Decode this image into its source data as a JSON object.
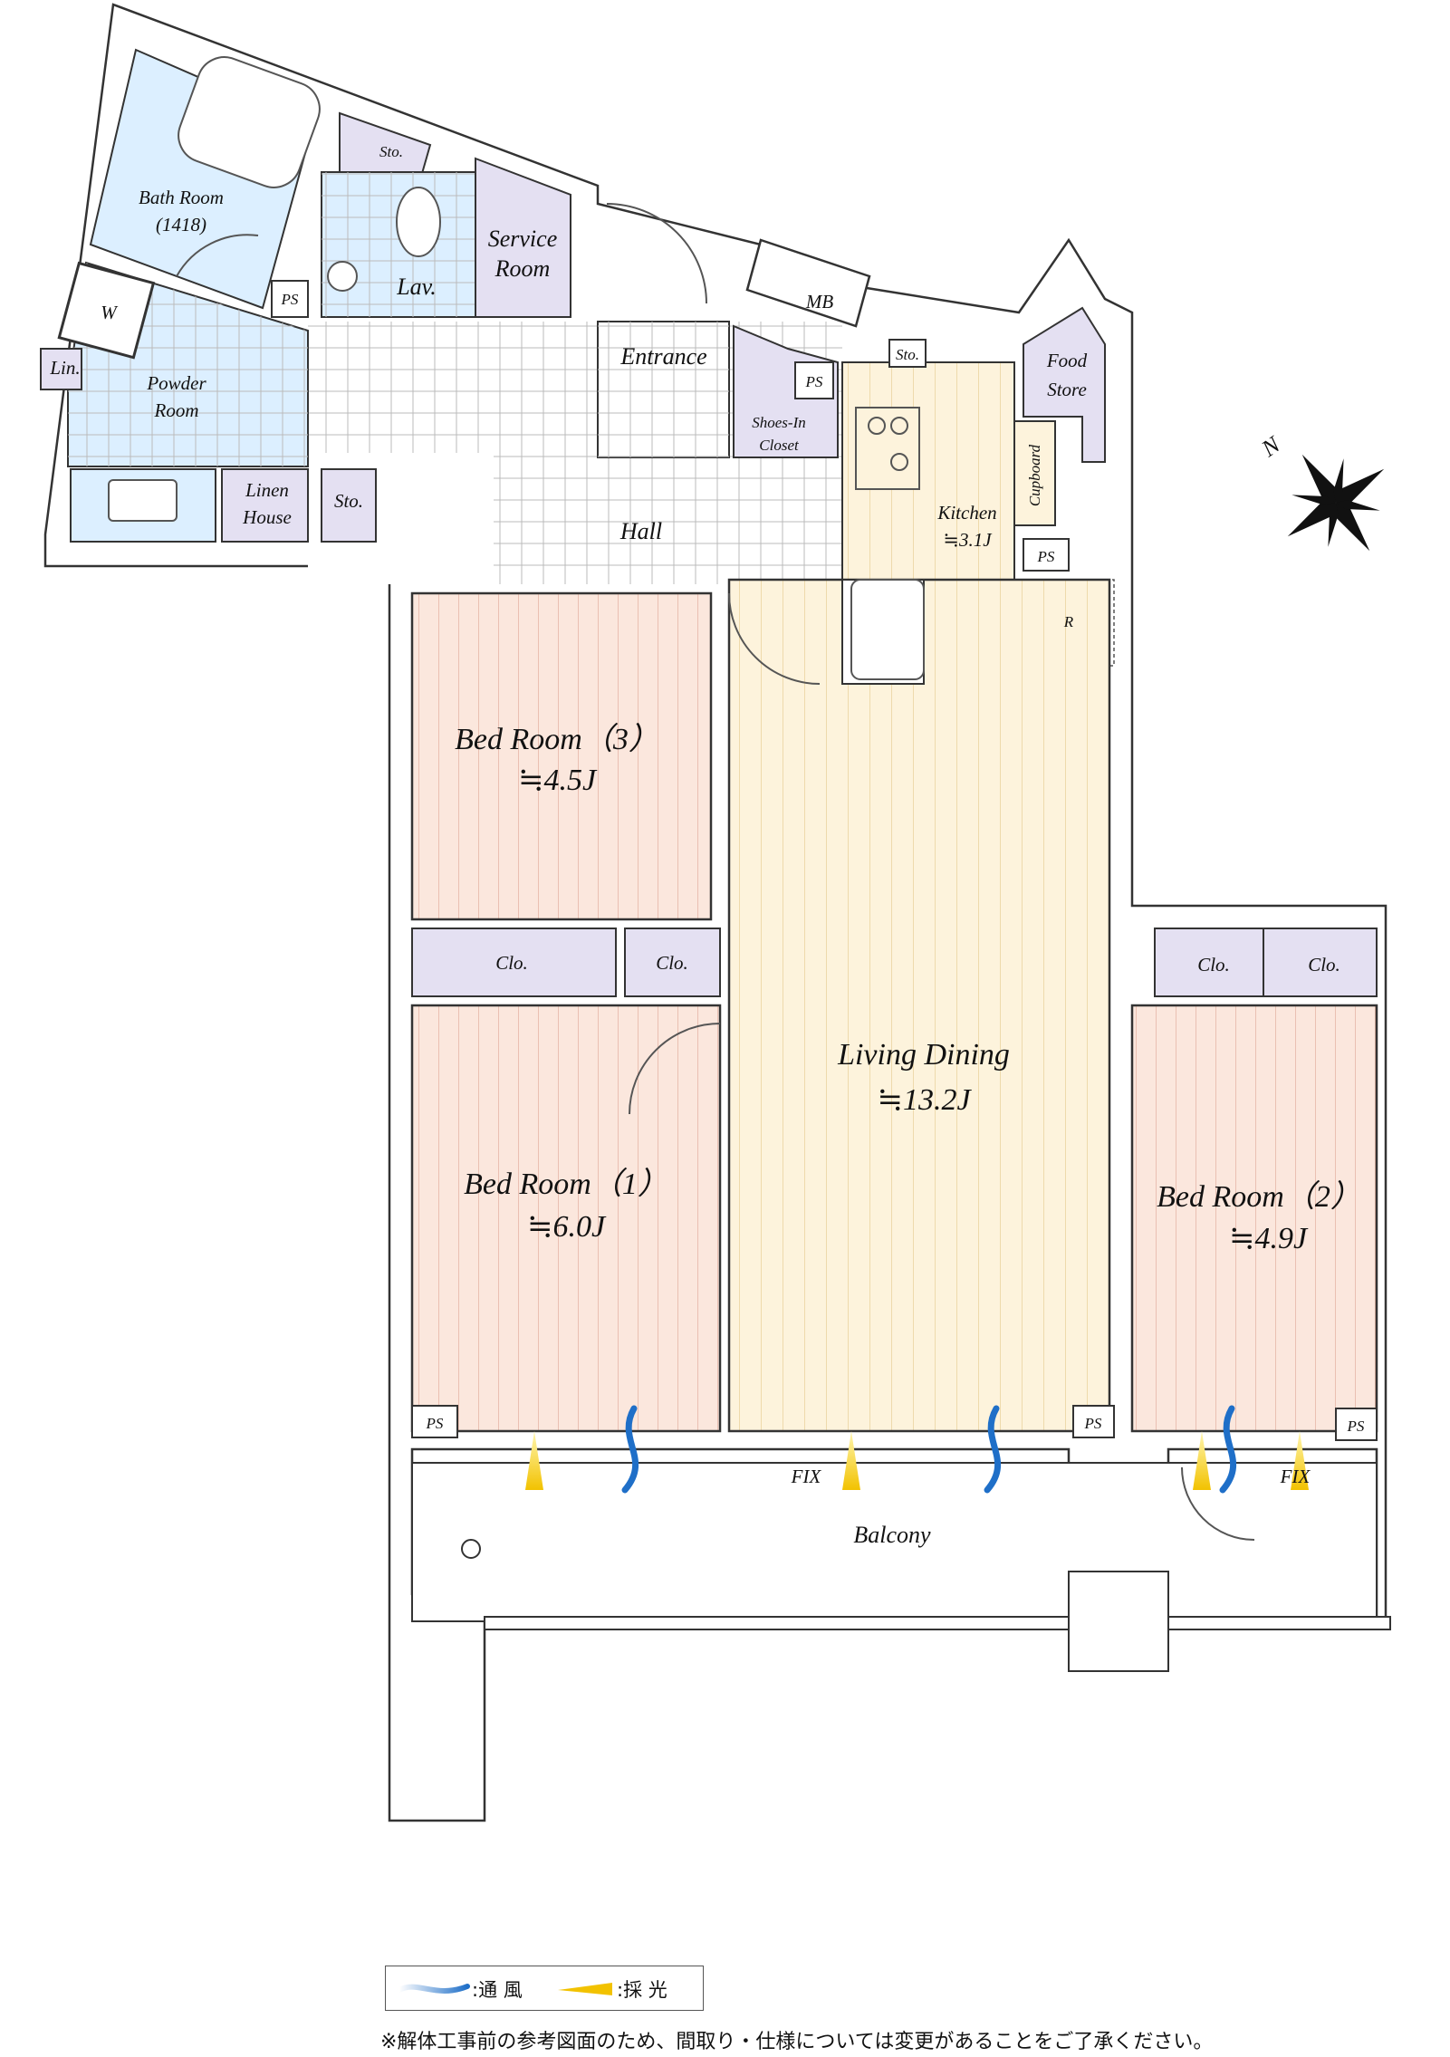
{
  "rooms": {
    "bath": {
      "name": "Bath Room",
      "sub": "(1418)"
    },
    "sto_top": "Sto.",
    "lav": "Lav.",
    "service": {
      "line1": "Service",
      "line2": "Room"
    },
    "ps_bath": "PS",
    "washer": "W",
    "lin": "Lin.",
    "powder": {
      "line1": "Powder",
      "line2": "Room"
    },
    "linen": {
      "line1": "Linen",
      "line2": "House"
    },
    "sto_hall": "Sto.",
    "hall": "Hall",
    "entrance": "Entrance",
    "shoes": {
      "line1": "Shoes-In",
      "line2": "Closet"
    },
    "ps_entrance": "PS",
    "mb": "MB",
    "sto_kitchen": "Sto.",
    "food": {
      "line1": "Food",
      "line2": "Store"
    },
    "cupboard": "Cupboard",
    "kitchen": {
      "name": "Kitchen",
      "size": "≒3.1J"
    },
    "ps_kitchen": "PS",
    "fridge": "R",
    "bed3": {
      "name": "Bed Room（3）",
      "size": "≒4.5J"
    },
    "clo_a": "Clo.",
    "clo_b": "Clo.",
    "living": {
      "name": "Living Dining",
      "size": "≒13.2J"
    },
    "bed1": {
      "name": "Bed Room（1）",
      "size": "≒6.0J"
    },
    "clo_c": "Clo.",
    "clo_d": "Clo.",
    "bed2": {
      "name": "Bed Room（2）",
      "size": "≒4.9J"
    },
    "ps_b1": "PS",
    "ps_ld": "PS",
    "ps_b2": "PS",
    "fix1": "FIX",
    "fix2": "FIX",
    "balcony": "Balcony"
  },
  "compass": "N",
  "legend": {
    "wind": ":通 風",
    "light": ":採 光"
  },
  "colors": {
    "wet": "#dcefff",
    "storage": "#e4e0f2",
    "bedroom": "#fbe7dd",
    "living": "#fdf3dc",
    "wall": "#333333",
    "wind": "#1f6fc8",
    "light": "#f2c200"
  },
  "note": "※解体工事前の参考図面のため、間取り・仕様については変更があることをご了承ください。"
}
